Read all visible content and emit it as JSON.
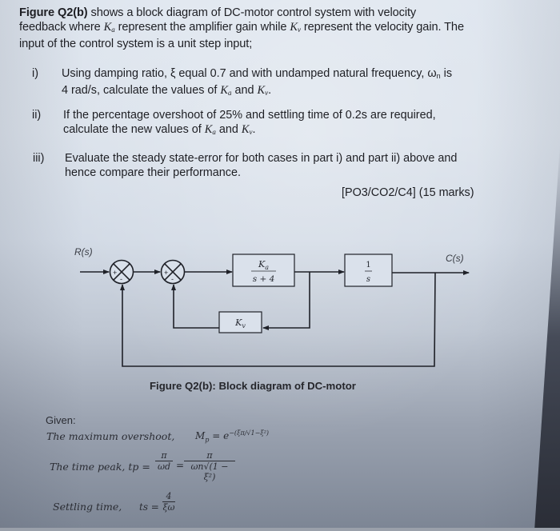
{
  "intro": {
    "bold_lead": "Figure Q2(b)",
    "line1_rest": " shows a block diagram of DC-motor control system with velocity",
    "line2_a": "feedback where ",
    "ka": "K",
    "ka_sub": "a",
    "line2_b": " represent the amplifier gain while ",
    "kv": "K",
    "kv_sub": "v",
    "line2_c": " represent the velocity gain. The",
    "line3": "input of the control system is a unit step input;"
  },
  "questions": [
    {
      "num": "i)",
      "line1": "Using damping ratio, ξ equal 0.7 and with undamped natural frequency, ω",
      "line1_sub": "n",
      "line1_end": " is",
      "line2_a": "4 rad/s, calculate the values of ",
      "line2_b": " and ",
      "line2_end": "."
    },
    {
      "num": "ii)",
      "line1": "If the percentage overshoot of 25% and settling time of 0.2s are required,",
      "line2_a": "calculate the new values of ",
      "line2_b": " and ",
      "line2_end": "."
    },
    {
      "num": "iii)",
      "line1": "Evaluate the steady state-error for both cases in part i) and part ii) above and",
      "line2": "hence compare their performance."
    }
  ],
  "marks": "[PO3/CO2/C4] (15 marks)",
  "diagram": {
    "input_label": "R(s)",
    "output_label": "C(s)",
    "sum1_signs": [
      "+",
      "-"
    ],
    "sum2_signs": [
      "+",
      "-"
    ],
    "block_amp_num": "Ka",
    "block_amp_den": "s + 4",
    "block_int_num": "1",
    "block_int_den": "s",
    "block_fb": "Kv",
    "caption": "Figure Q2(b): Block diagram of DC-motor"
  },
  "given": {
    "label": "Given:",
    "overshoot_label": "The maximum overshoot,",
    "overshoot_formula": "Mp = e^-(ξπ/√(1-ξ²))",
    "peak_label": "The time peak, tp =",
    "peak_num": "π",
    "peak_den1": "ωd",
    "peak_den2": "ωn√(1 − ξ²)",
    "settling_label": "Settling time,",
    "settling_lhs": "ts =",
    "settling_num": "4",
    "settling_den": "ξω"
  }
}
